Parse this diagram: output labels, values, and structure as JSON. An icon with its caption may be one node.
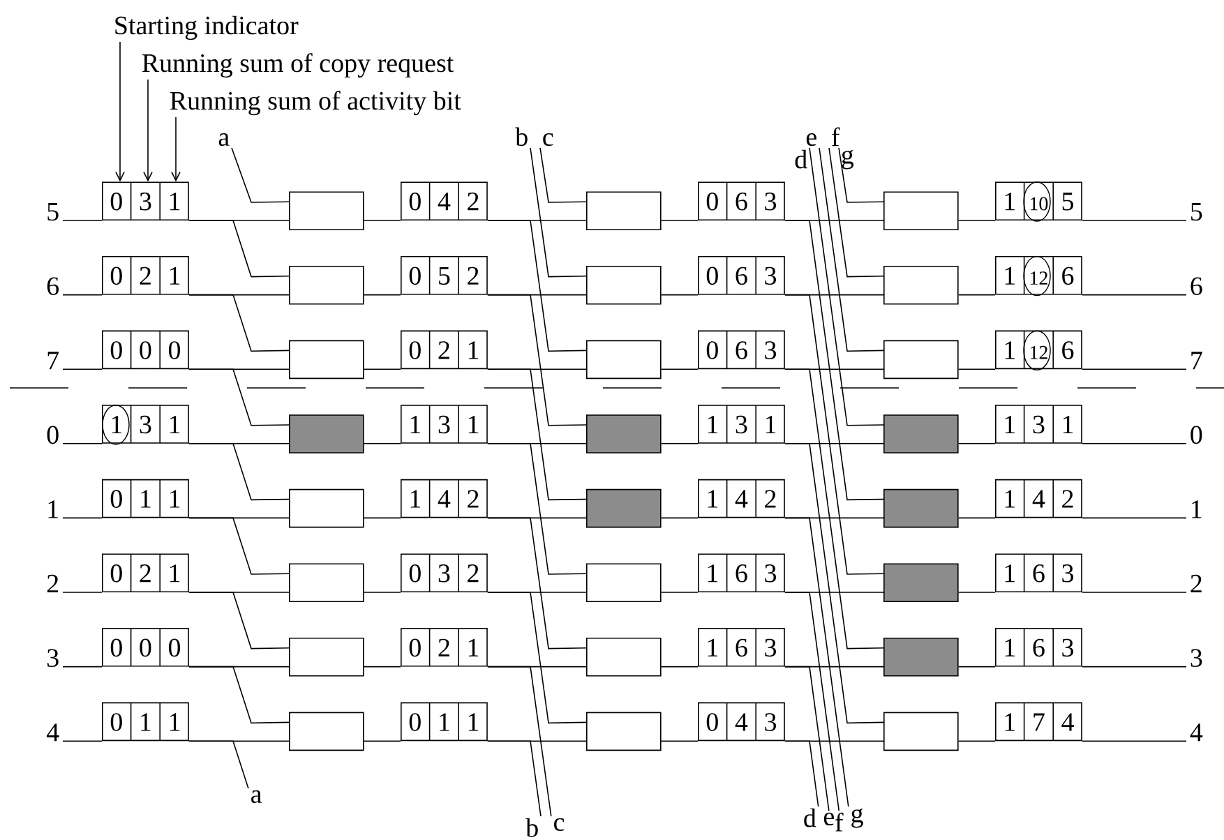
{
  "diagram": {
    "nodes": [
      {
        "text": [
          "Starting indicator"
        ]
      },
      {
        "text": [
          "Running sum of copy request"
        ]
      },
      {
        "text": [
          "Running sum of activity bit"
        ]
      },
      {
        "text": [
          "a"
        ]
      },
      {
        "text": [
          "b"
        ]
      },
      {
        "text": [
          "c"
        ]
      },
      {
        "text": [
          "d"
        ]
      },
      {
        "text": [
          "e"
        ]
      },
      {
        "text": [
          "f"
        ]
      },
      {
        "text": [
          "g"
        ]
      },
      {
        "text": [
          "5"
        ]
      },
      {
        "text": [
          "0",
          "3",
          "1"
        ]
      },
      {
        "text": [],
        "shape": "box"
      },
      {
        "text": [
          "0",
          "4",
          "2"
        ]
      },
      {
        "text": [],
        "shape": "box"
      },
      {
        "text": [
          "0",
          "6",
          "3"
        ]
      },
      {
        "text": [],
        "shape": "box"
      },
      {
        "text": [
          "1",
          "10",
          "5"
        ]
      },
      {
        "text": [
          "5"
        ]
      },
      {
        "text": [
          "6"
        ]
      },
      {
        "text": [
          "0",
          "2",
          "1"
        ]
      },
      {
        "text": [],
        "shape": "box"
      },
      {
        "text": [
          "0",
          "5",
          "2"
        ]
      },
      {
        "text": [],
        "shape": "box"
      },
      {
        "text": [
          "0",
          "6",
          "3"
        ]
      },
      {
        "text": [],
        "shape": "box"
      },
      {
        "text": [
          "1",
          "12",
          "6"
        ]
      },
      {
        "text": [
          "6"
        ]
      },
      {
        "text": [
          "7"
        ]
      },
      {
        "text": [
          "0",
          "0",
          "0"
        ]
      },
      {
        "text": [],
        "shape": "box"
      },
      {
        "text": [
          "0",
          "2",
          "1"
        ]
      },
      {
        "text": [],
        "shape": "box"
      },
      {
        "text": [
          "0",
          "6",
          "3"
        ]
      },
      {
        "text": [],
        "shape": "box"
      },
      {
        "text": [
          "1",
          "12",
          "6"
        ]
      },
      {
        "text": [
          "7"
        ]
      },
      {
        "text": [
          "0"
        ]
      },
      {
        "text": [
          "1",
          "3",
          "1"
        ]
      },
      {
        "text": [],
        "shape": "box"
      },
      {
        "text": [
          "1",
          "3",
          "1"
        ]
      },
      {
        "text": [],
        "shape": "box"
      },
      {
        "text": [
          "1",
          "3",
          "1"
        ]
      },
      {
        "text": [],
        "shape": "box"
      },
      {
        "text": [
          "1",
          "3",
          "1"
        ]
      },
      {
        "text": [
          "0"
        ]
      },
      {
        "text": [
          "1"
        ]
      },
      {
        "text": [
          "0",
          "1",
          "1"
        ]
      },
      {
        "text": [],
        "shape": "box"
      },
      {
        "text": [
          "1",
          "4",
          "2"
        ]
      },
      {
        "text": [],
        "shape": "box"
      },
      {
        "text": [
          "1",
          "4",
          "2"
        ]
      },
      {
        "text": [],
        "shape": "box"
      },
      {
        "text": [
          "1",
          "4",
          "2"
        ]
      },
      {
        "text": [
          "1"
        ]
      },
      {
        "text": [
          "2"
        ]
      },
      {
        "text": [
          "0",
          "2",
          "1"
        ]
      },
      {
        "text": [],
        "shape": "box"
      },
      {
        "text": [
          "0",
          "3",
          "2"
        ]
      },
      {
        "text": [],
        "shape": "box"
      },
      {
        "text": [
          "1",
          "6",
          "3"
        ]
      },
      {
        "text": [],
        "shape": "box"
      },
      {
        "text": [
          "1",
          "6",
          "3"
        ]
      },
      {
        "text": [
          "2"
        ]
      },
      {
        "text": [
          "3"
        ]
      },
      {
        "text": [
          "0",
          "0",
          "0"
        ]
      },
      {
        "text": [],
        "shape": "box"
      },
      {
        "text": [
          "0",
          "2",
          "1"
        ]
      },
      {
        "text": [],
        "shape": "box"
      },
      {
        "text": [
          "1",
          "6",
          "3"
        ]
      },
      {
        "text": [],
        "shape": "box"
      },
      {
        "text": [
          "1",
          "6",
          "3"
        ]
      },
      {
        "text": [
          "3"
        ]
      },
      {
        "text": [
          "4"
        ]
      },
      {
        "text": [
          "0",
          "1",
          "1"
        ]
      },
      {
        "text": [],
        "shape": "box"
      },
      {
        "text": [
          "0",
          "1",
          "1"
        ]
      },
      {
        "text": [],
        "shape": "box"
      },
      {
        "text": [
          "0",
          "4",
          "3"
        ]
      },
      {
        "text": [],
        "shape": "box"
      },
      {
        "text": [
          "1",
          "7",
          "4"
        ]
      },
      {
        "text": [
          "4"
        ]
      },
      {
        "text": [
          "a"
        ]
      },
      {
        "text": [
          "b"
        ]
      },
      {
        "text": [
          "c"
        ]
      },
      {
        "text": [
          "d"
        ]
      },
      {
        "text": [
          "e"
        ]
      },
      {
        "text": [
          "f"
        ]
      },
      {
        "text": [
          "g"
        ]
      }
    ],
    "edges": [
      {
        "from": 0,
        "to": 11,
        "arrow": "to"
      },
      {
        "from": 1,
        "to": 11,
        "arrow": "to"
      },
      {
        "from": 2,
        "to": 11,
        "arrow": "to"
      },
      {
        "from": 10,
        "to": 11,
        "arrow": "none"
      },
      {
        "from": 11,
        "to": 12,
        "arrow": "none"
      },
      {
        "from": 12,
        "to": 13,
        "arrow": "none"
      },
      {
        "from": 13,
        "to": 14,
        "arrow": "none"
      },
      {
        "from": 14,
        "to": 15,
        "arrow": "none"
      },
      {
        "from": 15,
        "to": 16,
        "arrow": "none"
      },
      {
        "from": 16,
        "to": 17,
        "arrow": "none"
      },
      {
        "from": 17,
        "to": 18,
        "arrow": "none"
      },
      {
        "from": 19,
        "to": 20,
        "arrow": "none"
      },
      {
        "from": 20,
        "to": 21,
        "arrow": "none"
      },
      {
        "from": 21,
        "to": 22,
        "arrow": "none"
      },
      {
        "from": 22,
        "to": 23,
        "arrow": "none"
      },
      {
        "from": 23,
        "to": 24,
        "arrow": "none"
      },
      {
        "from": 24,
        "to": 25,
        "arrow": "none"
      },
      {
        "from": 25,
        "to": 26,
        "arrow": "none"
      },
      {
        "from": 26,
        "to": 27,
        "arrow": "none"
      },
      {
        "from": 28,
        "to": 29,
        "arrow": "none"
      },
      {
        "from": 29,
        "to": 30,
        "arrow": "none"
      },
      {
        "from": 30,
        "to": 31,
        "arrow": "none"
      },
      {
        "from": 31,
        "to": 32,
        "arrow": "none"
      },
      {
        "from": 32,
        "to": 33,
        "arrow": "none"
      },
      {
        "from": 33,
        "to": 34,
        "arrow": "none"
      },
      {
        "from": 34,
        "to": 35,
        "arrow": "none"
      },
      {
        "from": 35,
        "to": 36,
        "arrow": "none"
      },
      {
        "from": 37,
        "to": 38,
        "arrow": "none"
      },
      {
        "from": 38,
        "to": 39,
        "arrow": "none"
      },
      {
        "from": 39,
        "to": 40,
        "arrow": "none"
      },
      {
        "from": 40,
        "to": 41,
        "arrow": "none"
      },
      {
        "from": 41,
        "to": 42,
        "arrow": "none"
      },
      {
        "from": 42,
        "to": 43,
        "arrow": "none"
      },
      {
        "from": 43,
        "to": 44,
        "arrow": "none"
      },
      {
        "from": 44,
        "to": 45,
        "arrow": "none"
      },
      {
        "from": 46,
        "to": 47,
        "arrow": "none"
      },
      {
        "from": 47,
        "to": 48,
        "arrow": "none"
      },
      {
        "from": 48,
        "to": 49,
        "arrow": "none"
      },
      {
        "from": 49,
        "to": 50,
        "arrow": "none"
      },
      {
        "from": 50,
        "to": 51,
        "arrow": "none"
      },
      {
        "from": 51,
        "to": 52,
        "arrow": "none"
      },
      {
        "from": 52,
        "to": 53,
        "arrow": "none"
      },
      {
        "from": 53,
        "to": 54,
        "arrow": "none"
      },
      {
        "from": 55,
        "to": 56,
        "arrow": "none"
      },
      {
        "from": 56,
        "to": 57,
        "arrow": "none"
      },
      {
        "from": 57,
        "to": 58,
        "arrow": "none"
      },
      {
        "from": 58,
        "to": 59,
        "arrow": "none"
      },
      {
        "from": 59,
        "to": 60,
        "arrow": "none"
      },
      {
        "from": 60,
        "to": 61,
        "arrow": "none"
      },
      {
        "from": 61,
        "to": 62,
        "arrow": "none"
      },
      {
        "from": 62,
        "to": 63,
        "arrow": "none"
      },
      {
        "from": 64,
        "to": 65,
        "arrow": "none"
      },
      {
        "from": 65,
        "to": 66,
        "arrow": "none"
      },
      {
        "from": 66,
        "to": 67,
        "arrow": "none"
      },
      {
        "from": 67,
        "to": 68,
        "arrow": "none"
      },
      {
        "from": 68,
        "to": 69,
        "arrow": "none"
      },
      {
        "from": 69,
        "to": 70,
        "arrow": "none"
      },
      {
        "from": 70,
        "to": 71,
        "arrow": "none"
      },
      {
        "from": 71,
        "to": 72,
        "arrow": "none"
      },
      {
        "from": 73,
        "to": 74,
        "arrow": "none"
      },
      {
        "from": 74,
        "to": 75,
        "arrow": "none"
      },
      {
        "from": 75,
        "to": 76,
        "arrow": "none"
      },
      {
        "from": 76,
        "to": 77,
        "arrow": "none"
      },
      {
        "from": 77,
        "to": 78,
        "arrow": "none"
      },
      {
        "from": 78,
        "to": 79,
        "arrow": "none"
      },
      {
        "from": 79,
        "to": 80,
        "arrow": "none"
      },
      {
        "from": 80,
        "to": 81,
        "arrow": "none"
      },
      {
        "from": 3,
        "to": 12,
        "arrow": "none"
      },
      {
        "from": 11,
        "to": 21,
        "arrow": "none"
      },
      {
        "from": 20,
        "to": 30,
        "arrow": "none"
      },
      {
        "from": 29,
        "to": 39,
        "arrow": "none"
      },
      {
        "from": 38,
        "to": 48,
        "arrow": "none"
      },
      {
        "from": 47,
        "to": 57,
        "arrow": "none"
      },
      {
        "from": 56,
        "to": 66,
        "arrow": "none"
      },
      {
        "from": 65,
        "to": 75,
        "arrow": "none"
      },
      {
        "from": 74,
        "to": 82,
        "arrow": "none"
      },
      {
        "from": 5,
        "to": 14,
        "arrow": "none"
      },
      {
        "from": 4,
        "to": 23,
        "arrow": "none"
      },
      {
        "from": 13,
        "to": 32,
        "arrow": "none"
      },
      {
        "from": 22,
        "to": 41,
        "arrow": "none"
      },
      {
        "from": 31,
        "to": 50,
        "arrow": "none"
      },
      {
        "from": 40,
        "to": 59,
        "arrow": "none"
      },
      {
        "from": 49,
        "to": 68,
        "arrow": "none"
      },
      {
        "from": 58,
        "to": 77,
        "arrow": "none"
      },
      {
        "from": 67,
        "to": 84,
        "arrow": "none"
      },
      {
        "from": 76,
        "to": 83,
        "arrow": "none"
      },
      {
        "from": 9,
        "to": 16,
        "arrow": "none"
      },
      {
        "from": 8,
        "to": 25,
        "arrow": "none"
      },
      {
        "from": 7,
        "to": 34,
        "arrow": "none"
      },
      {
        "from": 6,
        "to": 43,
        "arrow": "none"
      },
      {
        "from": 15,
        "to": 52,
        "arrow": "none"
      },
      {
        "from": 24,
        "to": 61,
        "arrow": "none"
      },
      {
        "from": 33,
        "to": 70,
        "arrow": "none"
      },
      {
        "from": 42,
        "to": 79,
        "arrow": "none"
      },
      {
        "from": 51,
        "to": 88,
        "arrow": "none"
      },
      {
        "from": 60,
        "to": 87,
        "arrow": "none"
      },
      {
        "from": 69,
        "to": 86,
        "arrow": "none"
      },
      {
        "from": 78,
        "to": 85,
        "arrow": "none"
      }
    ]
  }
}
